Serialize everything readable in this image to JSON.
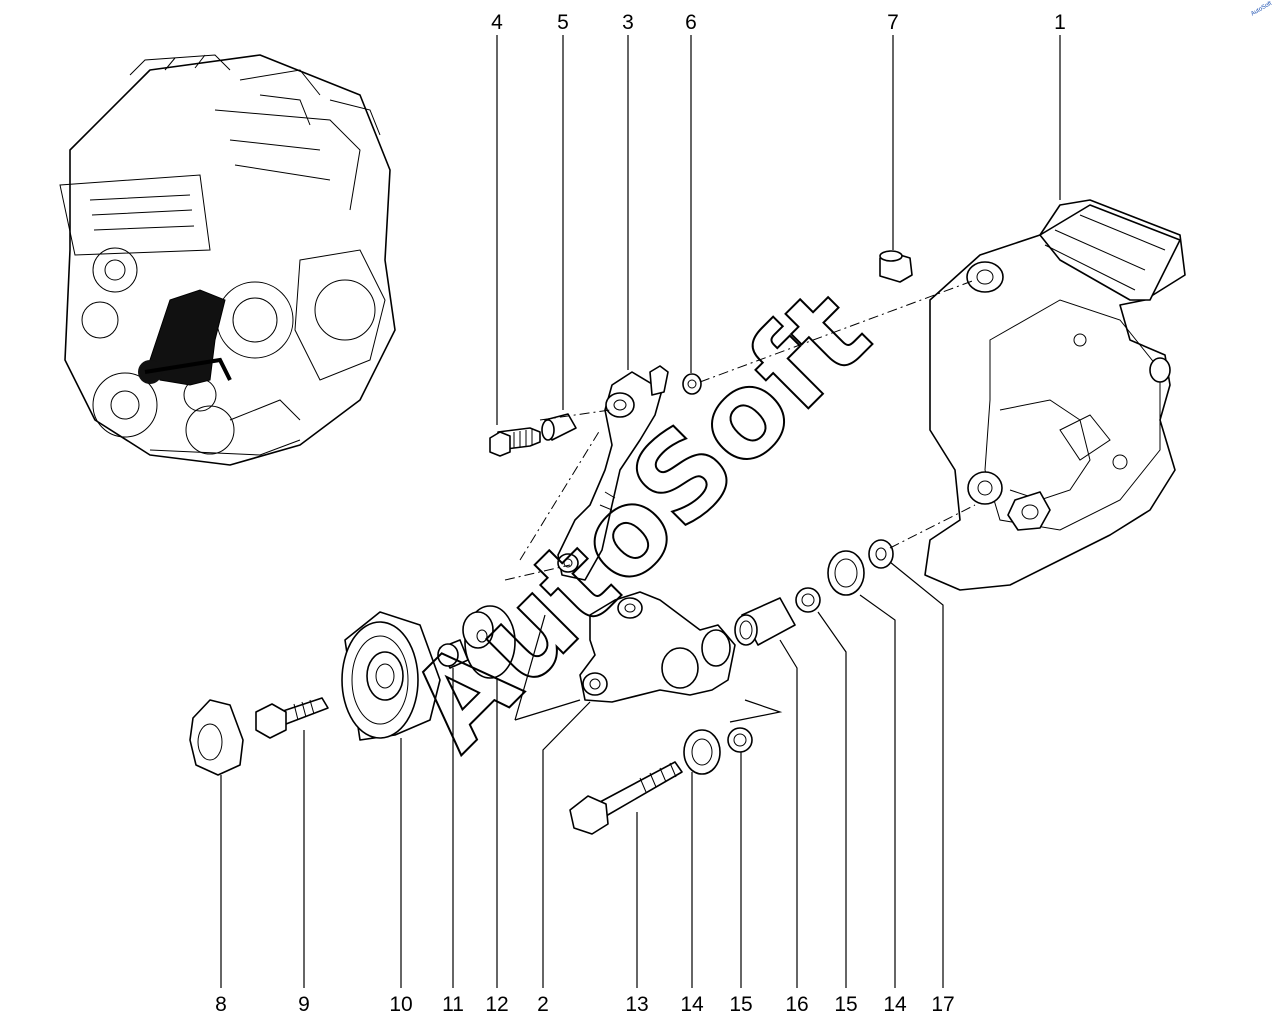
{
  "watermark": "AutoSoft",
  "corner_mark": "AutoSoft",
  "callouts": {
    "top": [
      "4",
      "5",
      "3",
      "6",
      "7",
      "1"
    ],
    "bottom": [
      "8",
      "9",
      "10",
      "11",
      "12",
      "2",
      "13",
      "14",
      "15",
      "16",
      "15",
      "14",
      "17"
    ]
  },
  "colors": {
    "line": "#000000",
    "background": "#ffffff"
  }
}
